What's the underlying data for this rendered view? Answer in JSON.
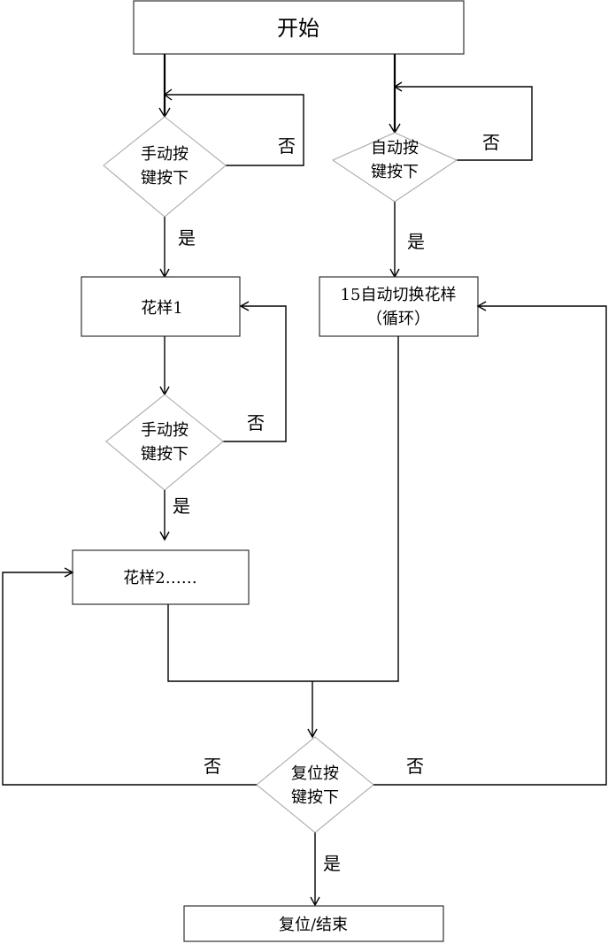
{
  "start": {
    "label": "开始"
  },
  "decision_manual_1": {
    "line1": "手动按",
    "line2": "键按下",
    "no": "否",
    "yes": "是"
  },
  "decision_auto": {
    "line1": "自动按",
    "line2": "键按下",
    "no": "否",
    "yes": "是"
  },
  "pattern_1": {
    "label": "花样1"
  },
  "auto_cycle": {
    "line1": "15自动切换花样",
    "line2": "（循环）"
  },
  "decision_manual_2": {
    "line1": "手动按",
    "line2": "键按下",
    "no": "否",
    "yes": "是"
  },
  "pattern_2": {
    "label": "花样2……"
  },
  "decision_reset": {
    "line1": "复位按",
    "line2": "键按下",
    "no_left": "否",
    "no_right": "否",
    "yes": "是"
  },
  "end": {
    "label": "复位/结束"
  }
}
